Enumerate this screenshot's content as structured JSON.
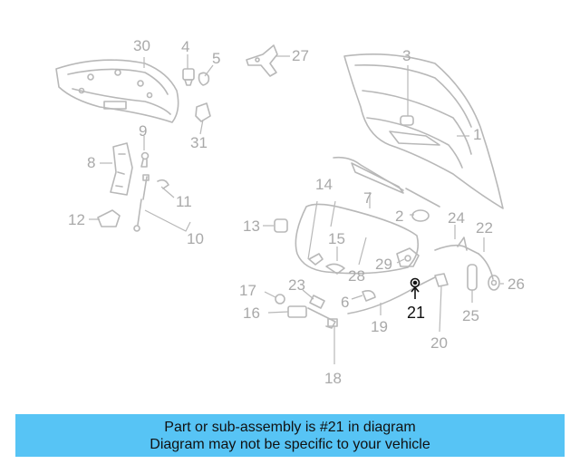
{
  "diagram": {
    "part_labels": [
      "1",
      "2",
      "3",
      "4",
      "5",
      "6",
      "7",
      "8",
      "9",
      "10",
      "11",
      "12",
      "13",
      "14",
      "15",
      "16",
      "17",
      "18",
      "19",
      "20",
      "21",
      "22",
      "23",
      "24",
      "25",
      "26",
      "27",
      "28",
      "29",
      "30",
      "31"
    ],
    "highlighted_part": "21",
    "colors": {
      "line": "#b8b8b8",
      "highlight": "#111111",
      "banner": "#57c4f5",
      "text": "#111111"
    }
  },
  "banner": {
    "line1": "Part or sub-assembly is #21 in diagram",
    "line2": "Diagram may not be specific to your vehicle"
  }
}
